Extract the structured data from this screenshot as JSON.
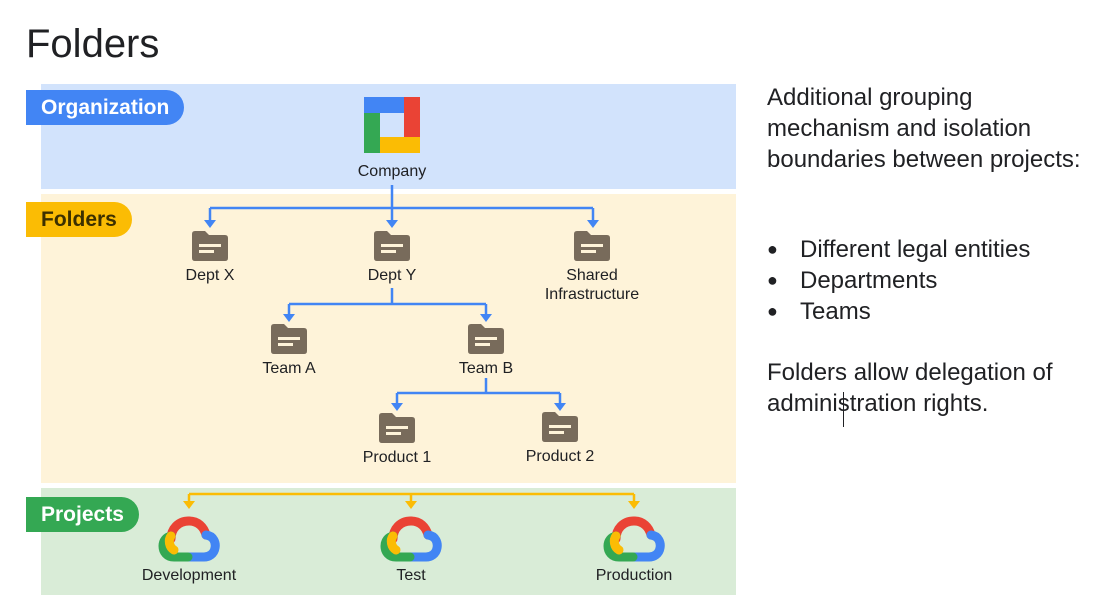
{
  "title": "Folders",
  "sections": {
    "organization": "Organization",
    "folders": "Folders",
    "projects": "Projects"
  },
  "nodes": {
    "company": "Company",
    "dept_x": "Dept X",
    "dept_y": "Dept Y",
    "shared_infra_line1": "Shared",
    "shared_infra_line2": "Infrastructure",
    "team_a": "Team A",
    "team_b": "Team B",
    "product_1": "Product 1",
    "product_2": "Product 2",
    "development": "Development",
    "test": "Test",
    "production": "Production"
  },
  "side_panel": {
    "intro": "Additional grouping mechanism and isolation boundaries between projects:",
    "bullets": [
      "Different legal entities",
      "Departments",
      "Teams"
    ],
    "footer": "Folders allow delegation of administration rights."
  },
  "colors": {
    "org_band": "#d2e3fc",
    "folders_band": "#fef3d9",
    "projects_band": "#d9ecd7",
    "org_pill": "#4285f4",
    "folders_pill": "#fbbc04",
    "projects_pill": "#34a853",
    "connector_blue": "#4285f4",
    "connector_yellow": "#fbbc04",
    "folder_icon": "#786b5b"
  },
  "icons": {
    "company": "company-logo-icon",
    "folder": "folder-icon",
    "project": "cloud-project-icon"
  }
}
